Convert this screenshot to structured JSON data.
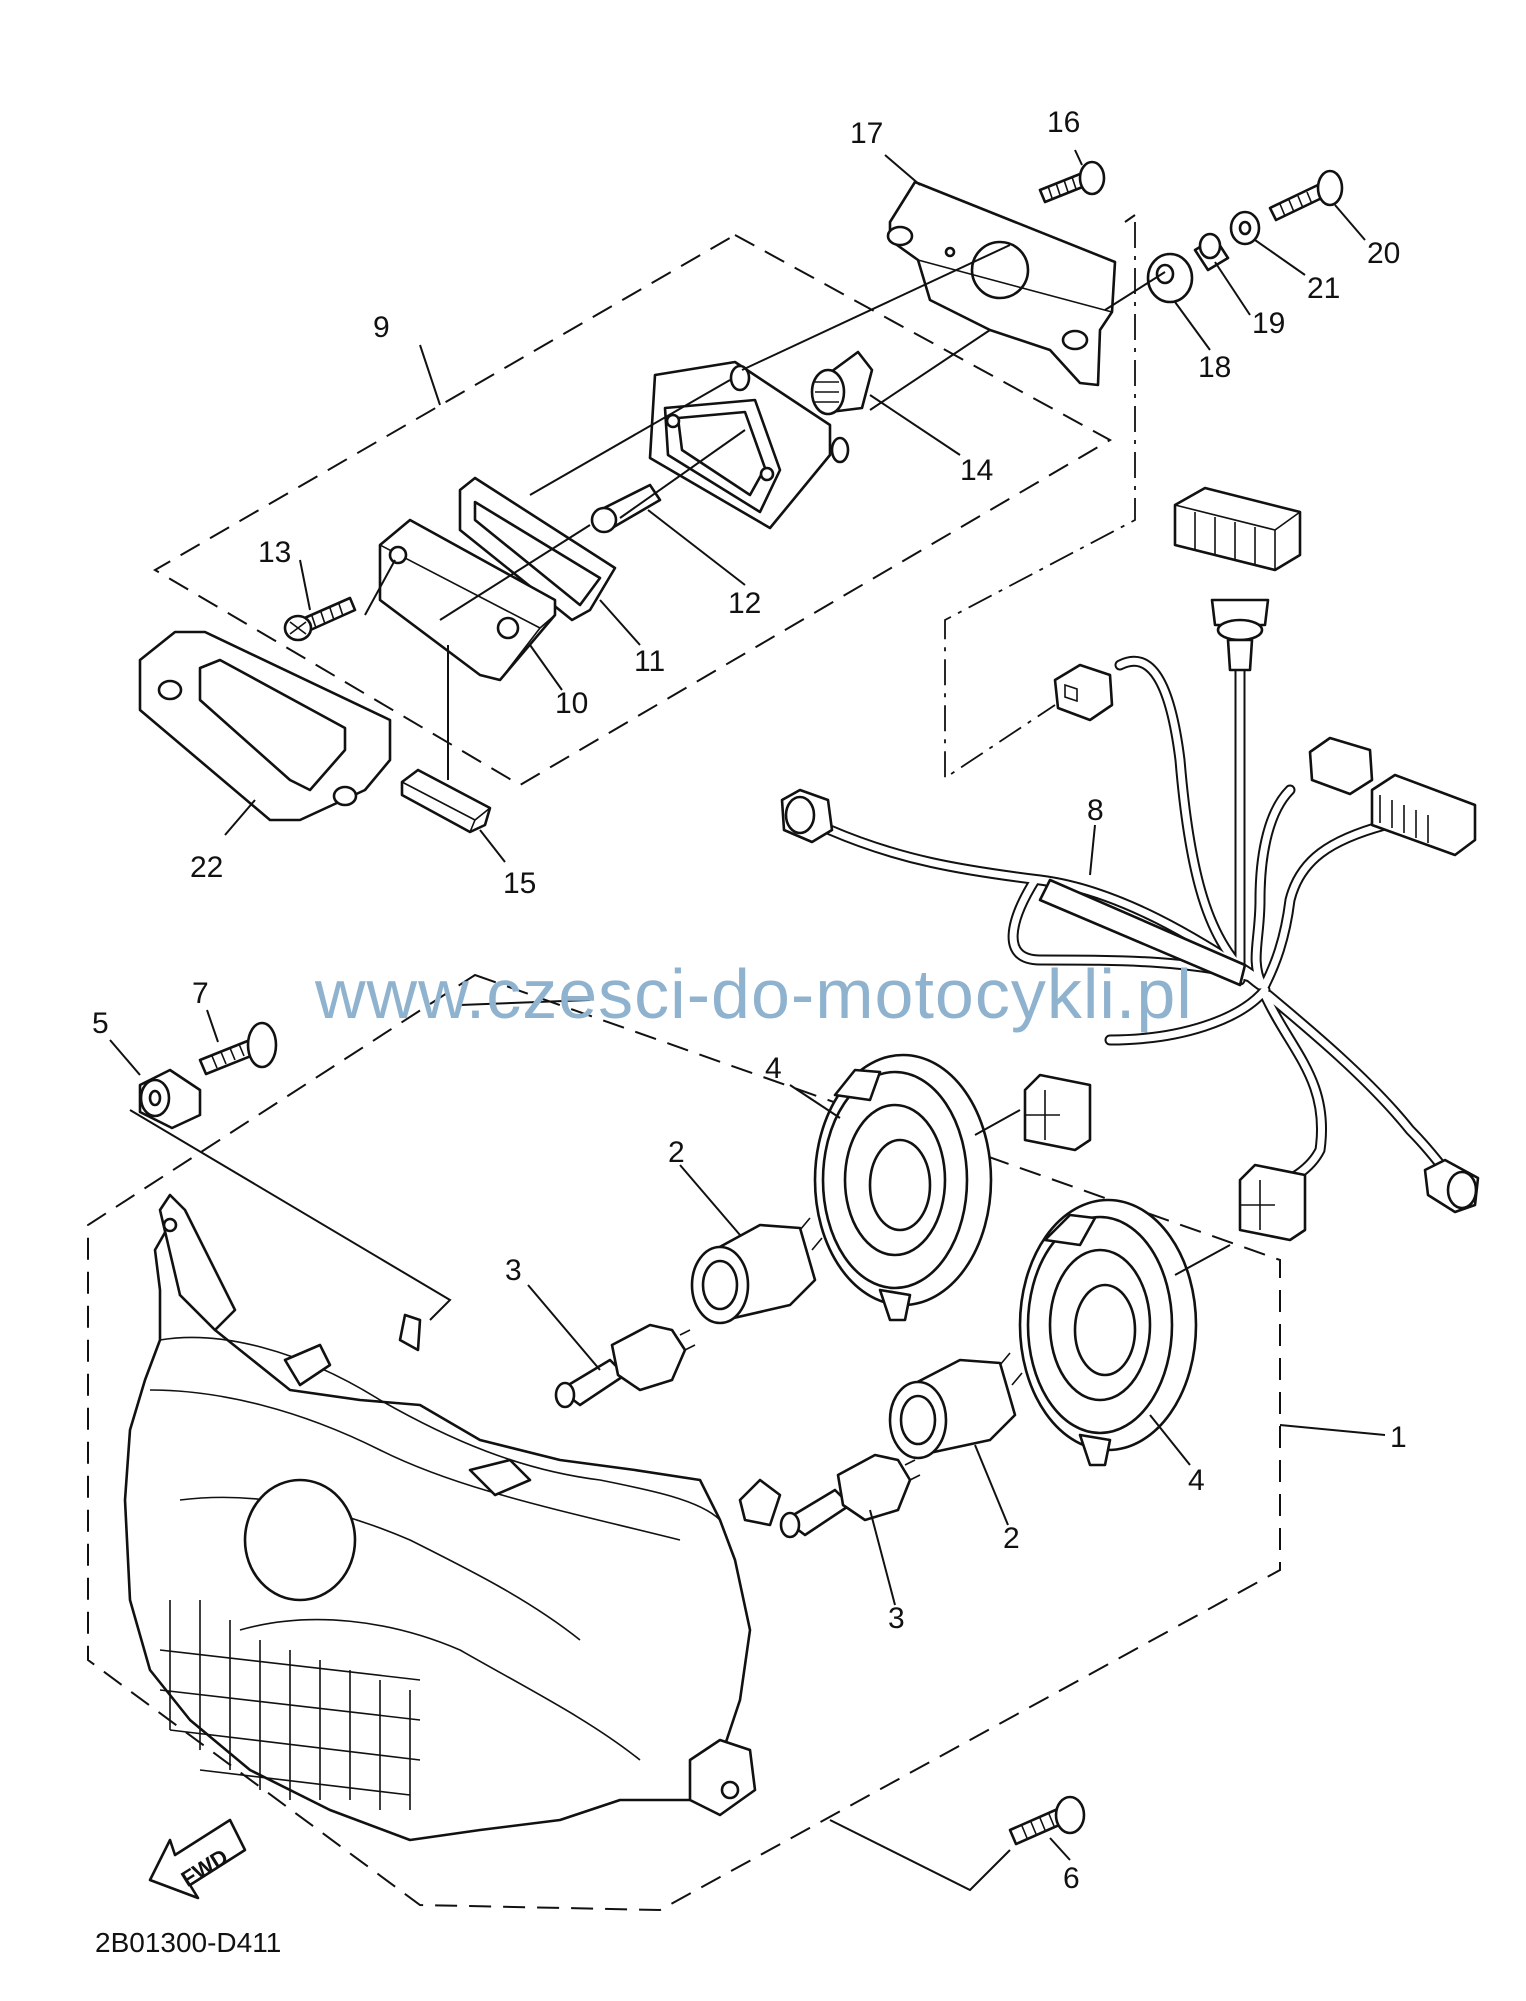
{
  "diagram": {
    "drawing_code": "2B01300-D411",
    "watermark": "www.czesci-do-motocykli.pl",
    "direction_label": "FWD",
    "callouts": [
      {
        "id": "1",
        "label": "1"
      },
      {
        "id": "2a",
        "label": "2"
      },
      {
        "id": "2b",
        "label": "2"
      },
      {
        "id": "3a",
        "label": "3"
      },
      {
        "id": "3b",
        "label": "3"
      },
      {
        "id": "4a",
        "label": "4"
      },
      {
        "id": "4b",
        "label": "4"
      },
      {
        "id": "5",
        "label": "5"
      },
      {
        "id": "6",
        "label": "6"
      },
      {
        "id": "7",
        "label": "7"
      },
      {
        "id": "8",
        "label": "8"
      },
      {
        "id": "9",
        "label": "9"
      },
      {
        "id": "10",
        "label": "10"
      },
      {
        "id": "11",
        "label": "11"
      },
      {
        "id": "12",
        "label": "12"
      },
      {
        "id": "13",
        "label": "13"
      },
      {
        "id": "14",
        "label": "14"
      },
      {
        "id": "15",
        "label": "15"
      },
      {
        "id": "16",
        "label": "16"
      },
      {
        "id": "17",
        "label": "17"
      },
      {
        "id": "18",
        "label": "18"
      },
      {
        "id": "19",
        "label": "19"
      },
      {
        "id": "20",
        "label": "20"
      },
      {
        "id": "21",
        "label": "21"
      },
      {
        "id": "22",
        "label": "22"
      }
    ]
  }
}
